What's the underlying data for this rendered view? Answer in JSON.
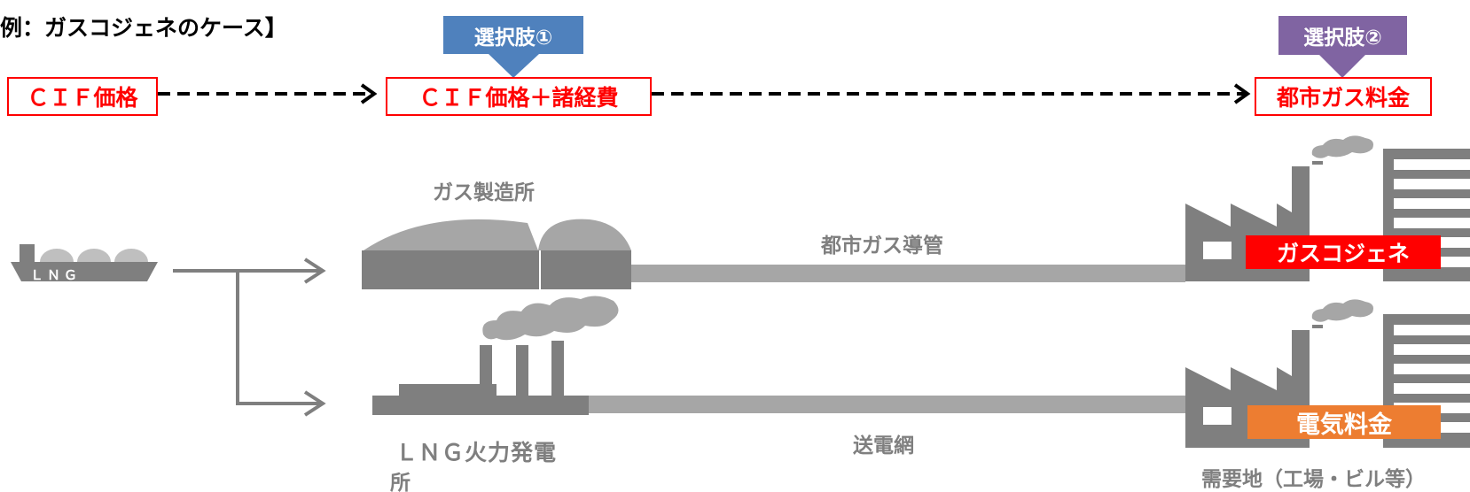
{
  "header": {
    "title": "例：ガスコジェネのケース】"
  },
  "price_chain": {
    "cif": "ＣＩＦ価格",
    "cif_plus": "ＣＩＦ価格＋諸経費",
    "city_gas": "都市ガス料金"
  },
  "options": {
    "option1": "選択肢①",
    "option2": "選択肢②"
  },
  "facilities": {
    "lng": "ＬＮＧ",
    "gas_plant": "ガス製造所",
    "pipeline": "都市ガス導管",
    "power_plant_line1": "ＬＮＧ火力発電",
    "power_plant_line2": "所",
    "grid": "送電網",
    "cogeneration": "ガスコジェネ",
    "electricity_rate": "電気料金",
    "demand": "需要地（工場・ビル等）"
  },
  "colors": {
    "red": "#ff0000",
    "option1_blue": "#4f81bd",
    "option2_purple": "#8064a2",
    "gray": "#7f7f7f",
    "orange": "#ed7d31"
  }
}
